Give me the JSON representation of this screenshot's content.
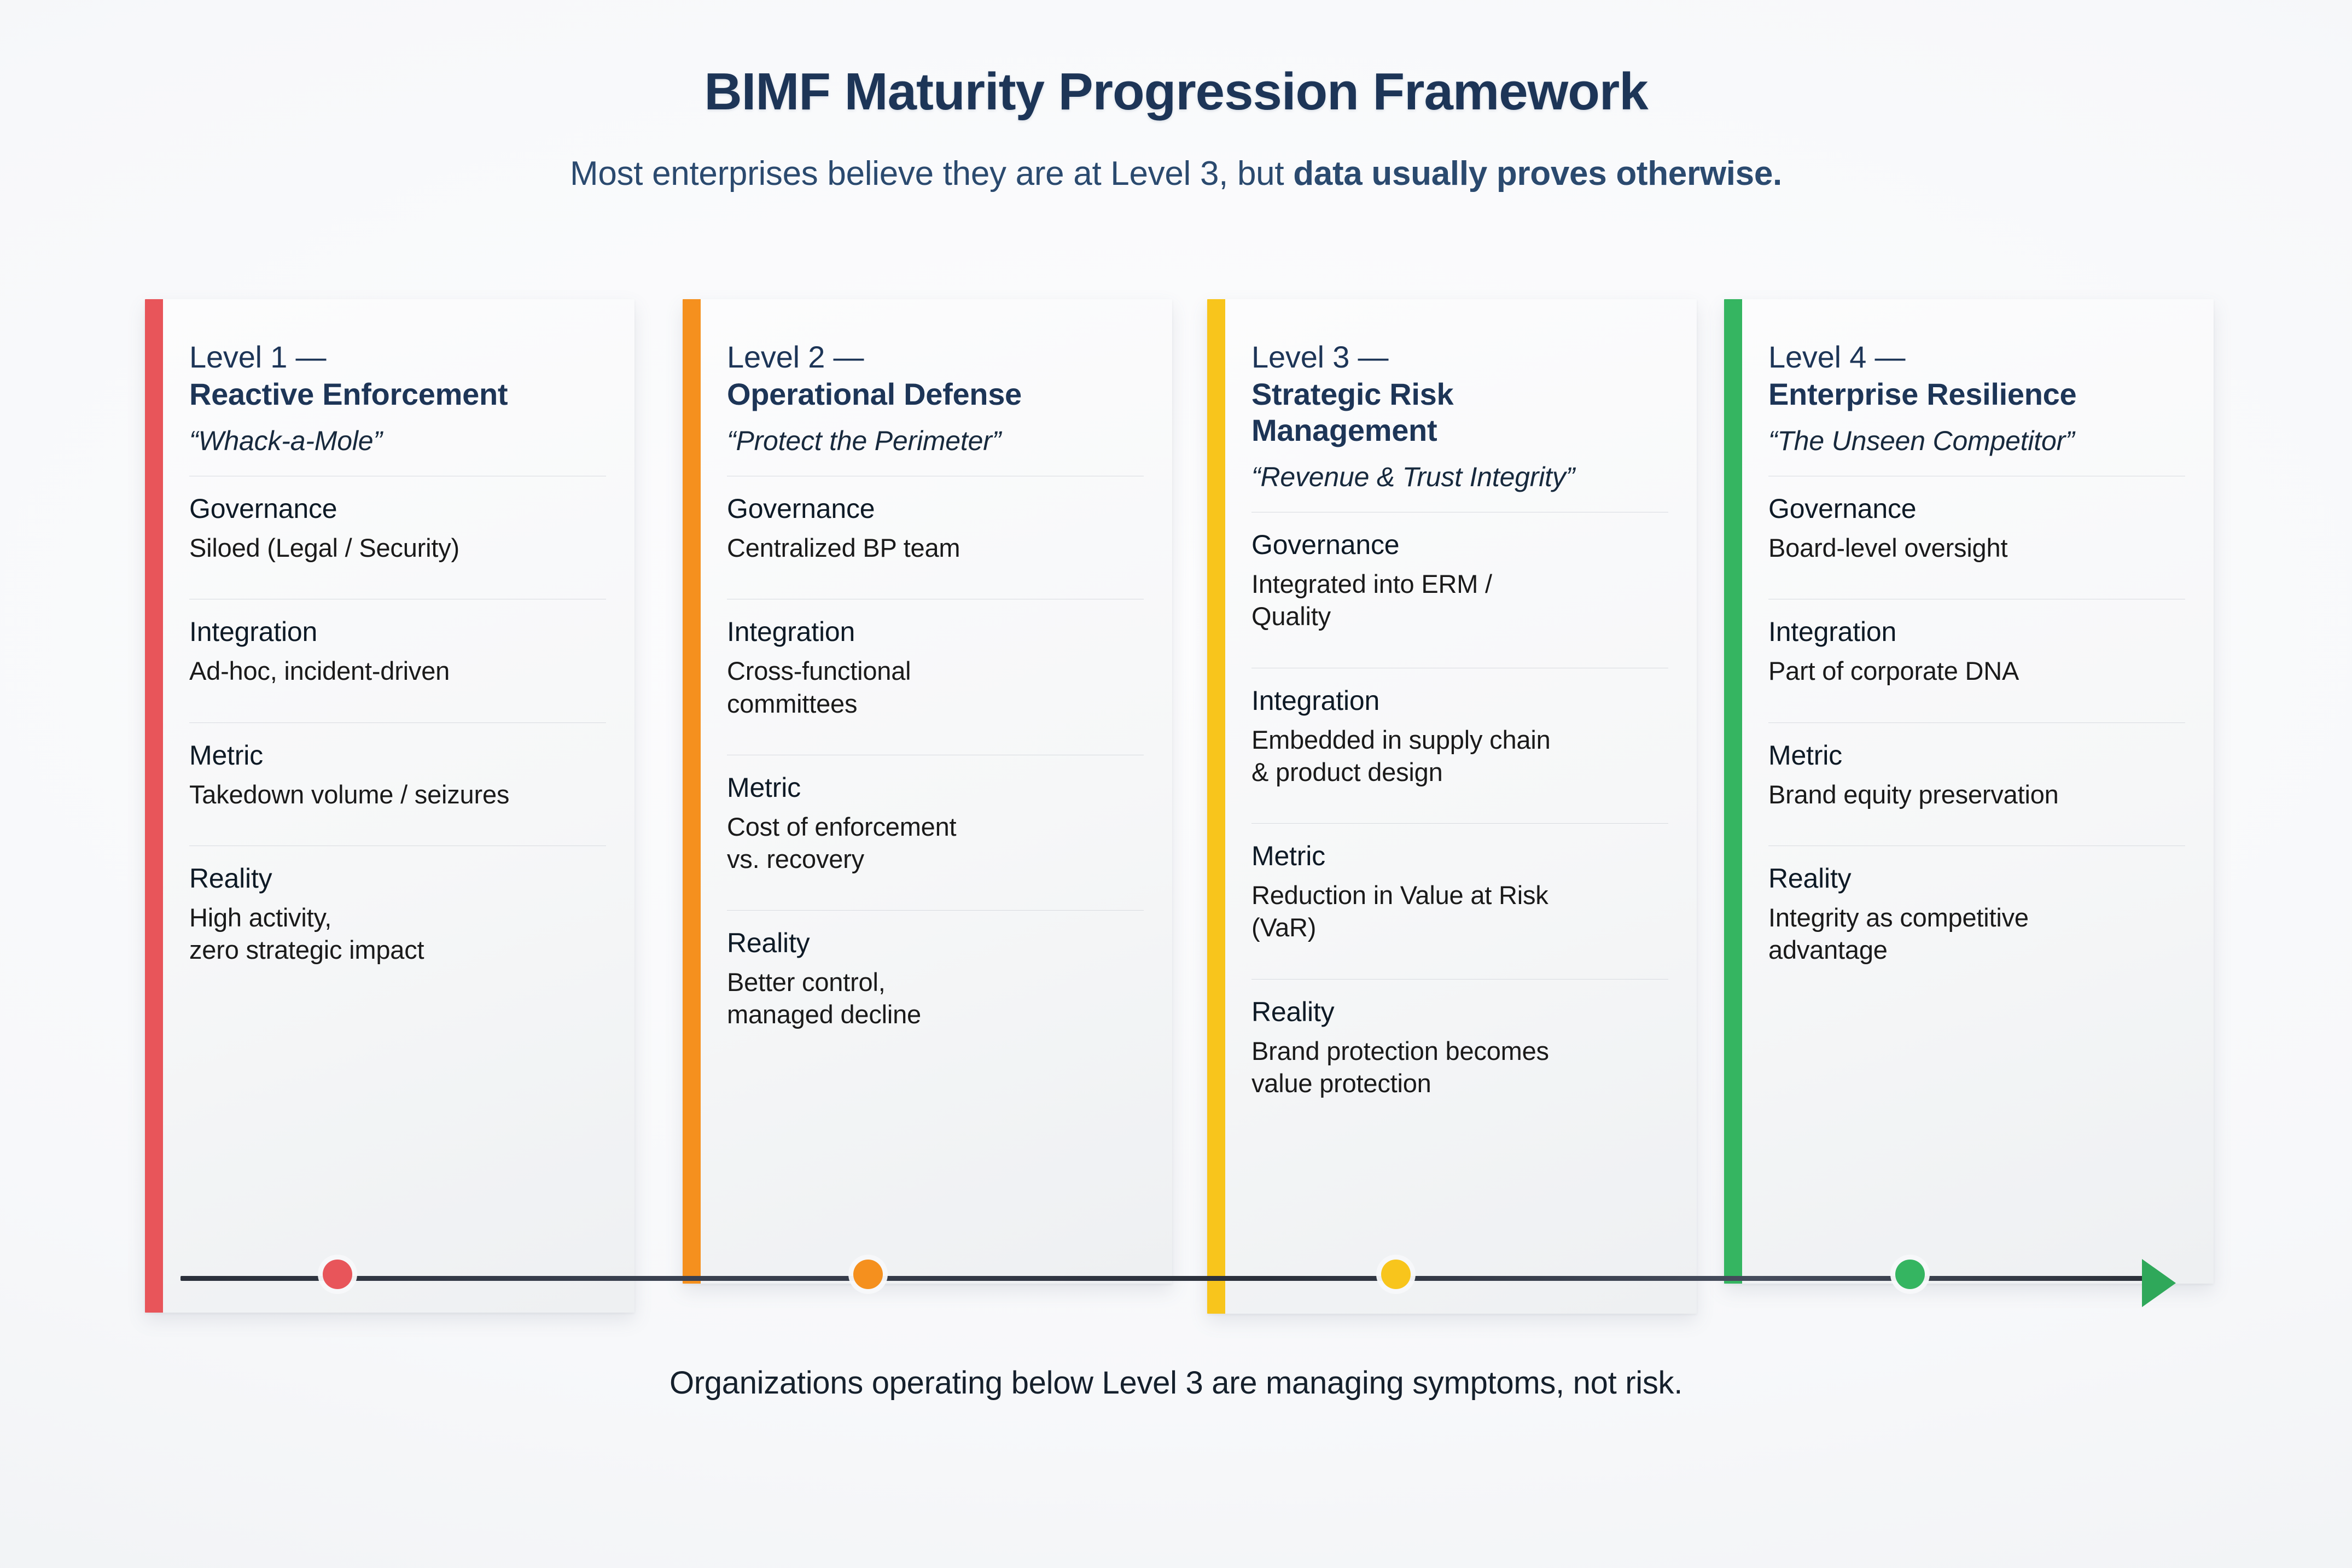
{
  "header": {
    "title": "BIMF Maturity Progression Framework",
    "subtitle_plain": "Most enterprises believe they are at Level 3, but ",
    "subtitle_strong": "data usually proves otherwise."
  },
  "attribute_labels": {
    "governance": "Governance",
    "integration": "Integration",
    "metric": "Metric",
    "reality": "Reality"
  },
  "colors": {
    "level1": "#E8555A",
    "level2": "#F5901E",
    "level3": "#F8C51C",
    "level4": "#35B561",
    "title": "#1D3557",
    "timeline": "#2A2F3A",
    "arrow": "#2FA85A"
  },
  "cards": [
    {
      "level_line": "Level 1 —",
      "name": "Reactive Enforcement",
      "tagline": "“Whack-a-Mole”",
      "accent": "#E8555A",
      "attributes": [
        {
          "label": "Governance",
          "value": "Siloed (Legal / Security)"
        },
        {
          "label": "Integration",
          "value": "Ad-hoc, incident-driven"
        },
        {
          "label": "Metric",
          "value": "Takedown volume / seizures"
        },
        {
          "label": "Reality",
          "value": "High activity,\nzero strategic impact"
        }
      ]
    },
    {
      "level_line": "Level 2 —",
      "name": "Operational Defense",
      "tagline": "“Protect the Perimeter”",
      "accent": "#F5901E",
      "attributes": [
        {
          "label": "Governance",
          "value": "Centralized BP team"
        },
        {
          "label": "Integration",
          "value": "Cross-functional\ncommittees"
        },
        {
          "label": "Metric",
          "value": "Cost of enforcement\nvs. recovery"
        },
        {
          "label": "Reality",
          "value": "Better control,\nmanaged decline"
        }
      ]
    },
    {
      "level_line": "Level 3 —",
      "name": "Strategic Risk\nManagement",
      "tagline": "“Revenue & Trust Integrity”",
      "accent": "#F8C51C",
      "attributes": [
        {
          "label": "Governance",
          "value": "Integrated into ERM /\nQuality"
        },
        {
          "label": "Integration",
          "value": "Embedded in supply chain\n& product design"
        },
        {
          "label": "Metric",
          "value": "Reduction in Value at Risk\n(VaR)"
        },
        {
          "label": "Reality",
          "value": "Brand protection becomes\nvalue protection"
        }
      ]
    },
    {
      "level_line": "Level 4 —",
      "name": "Enterprise Resilience",
      "tagline": "“The Unseen Competitor”",
      "accent": "#35B561",
      "attributes": [
        {
          "label": "Governance",
          "value": "Board-level oversight"
        },
        {
          "label": "Integration",
          "value": "Part of corporate DNA"
        },
        {
          "label": "Metric",
          "value": "Brand equity preservation"
        },
        {
          "label": "Reality",
          "value": "Integrity as competitive\nadvantage"
        }
      ]
    }
  ],
  "timeline": {
    "dots": [
      {
        "color": "#E8555A"
      },
      {
        "color": "#F5901E"
      },
      {
        "color": "#F8C51C"
      },
      {
        "color": "#35B561"
      }
    ],
    "arrow_color": "#2FA85A"
  },
  "footer": {
    "text": "Organizations operating below Level 3 are managing symptoms, not risk."
  }
}
